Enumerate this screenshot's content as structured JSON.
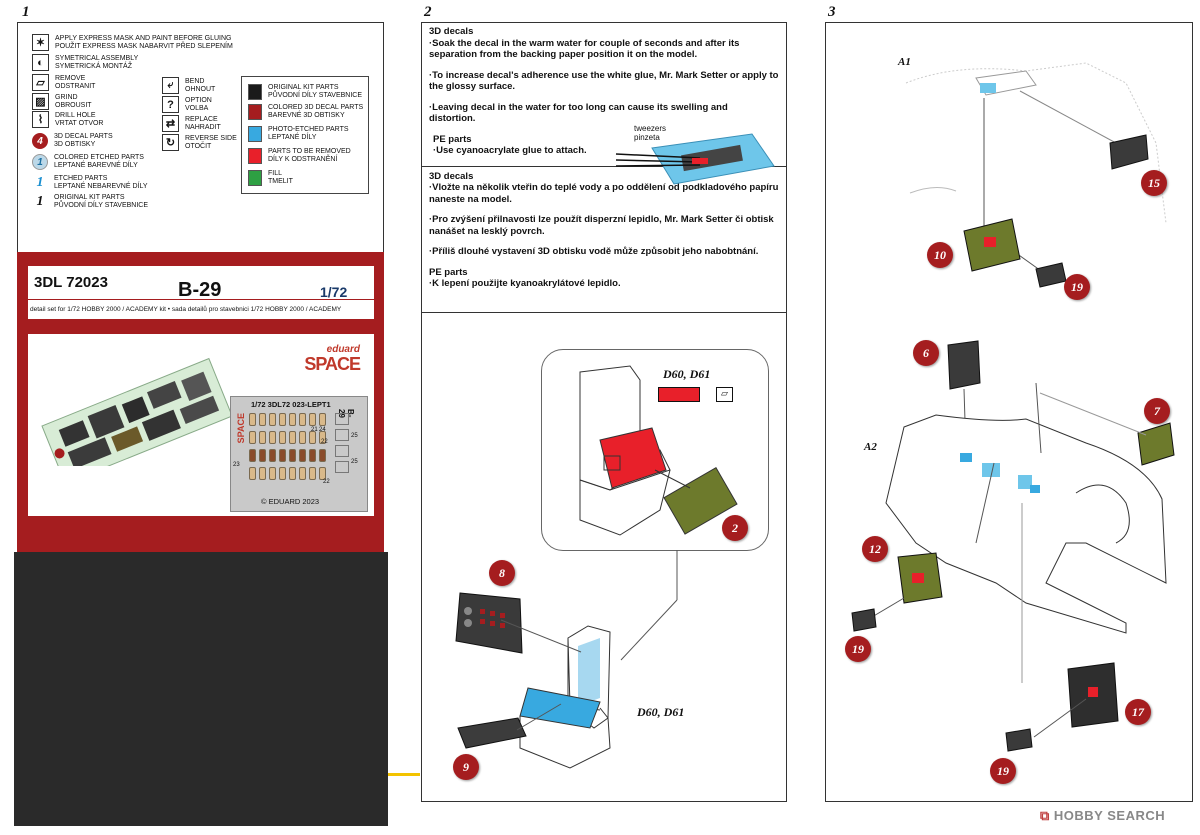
{
  "steps": {
    "s1": "1",
    "s2": "2",
    "s3": "3"
  },
  "legend_left": [
    {
      "icon": "star-icon",
      "glyph": "✶",
      "label1": "APPLY EXPRESS MASK AND PAINT BEFORE GLUING",
      "label2": "POUŽIT EXPRESS MASK NABARVIT PŘED SLEPENÍM"
    },
    {
      "icon": "symmetry-icon",
      "glyph": "◐",
      "label1": "SYMETRICAL ASSEMBLY",
      "label2": "SYMETRICKÁ MONTÁŽ"
    },
    {
      "icon": "remove-icon",
      "glyph": "▱",
      "label1": "REMOVE",
      "label2": "ODSTRANIT"
    },
    {
      "icon": "grind-icon",
      "glyph": "▨",
      "label1": "GRIND",
      "label2": "OBROUSIT"
    },
    {
      "icon": "drill-icon",
      "glyph": "⌇",
      "label1": "DRILL HOLE",
      "label2": "VRTAT OTVOR"
    },
    {
      "icon": "decal-3d-icon",
      "glyph": "4",
      "label1": "3D DECAL PARTS",
      "label2": "3D OBTISKY"
    },
    {
      "icon": "colored-etched-icon",
      "glyph": "1",
      "label1": "COLORED ETCHED PARTS",
      "label2": "LEPTANÉ BAREVNÉ DÍLY"
    },
    {
      "icon": "etched-icon",
      "glyph": "1",
      "label1": "ETCHED PARTS",
      "label2": "LEPTANÉ NEBAREVNÉ DÍLY"
    },
    {
      "icon": "kit-part-icon",
      "glyph": "1",
      "label1": "ORIGINAL KIT PARTS",
      "label2": "PŮVODNÍ DÍLY STAVEBNICE"
    }
  ],
  "legend_mid": [
    {
      "icon": "bend-icon",
      "glyph": "⤶",
      "label1": "BEND",
      "label2": "OHNOUT"
    },
    {
      "icon": "option-icon",
      "glyph": "?",
      "label1": "OPTION",
      "label2": "VOLBA"
    },
    {
      "icon": "replace-icon",
      "glyph": "⇄",
      "label1": "REPLACE",
      "label2": "NAHRADIT"
    },
    {
      "icon": "reverse-side-icon",
      "glyph": "↻",
      "label1": "REVERSE SIDE",
      "label2": "OTOČIT"
    }
  ],
  "legend_colors": [
    {
      "color": "#1a1a1a",
      "label1": "ORIGINAL KIT PARTS",
      "label2": "PŮVODNÍ DÍLY STAVEBNICE"
    },
    {
      "color": "#a51d1f",
      "label1": "COLORED 3D DECAL PARTS",
      "label2": "BAREVNÉ 3D OBTISKY"
    },
    {
      "color": "#38a9e0",
      "label1": "PHOTO-ETCHED PARTS",
      "label2": "LEPTANÉ DÍLY"
    },
    {
      "color": "#e8202a",
      "label1": "PARTS TO BE REMOVED",
      "label2": "DÍLY K ODSTRANĚNÍ"
    },
    {
      "color": "#2ea043",
      "label1": "FILL",
      "label2": "TMELIT"
    }
  ],
  "product": {
    "code": "3DL 72023",
    "name": "B-29",
    "scale": "1/72",
    "subtitle": "detail set for 1/72 HOBBY 2000 / ACADEMY   kit • sada detailů pro stavebnici 1/72 HOBBY 2000 / ACADEMY",
    "brand_top": "eduard",
    "brand_bottom": "SPACE",
    "fret_code": "1/72    3DL72 023-LEPT1",
    "fret_name": "B-29",
    "fret_copyright": "© EDUARD 2023",
    "fret_numbers": [
      "21",
      "24",
      "25",
      "22",
      "23",
      "25",
      "22"
    ]
  },
  "instructions": {
    "en_title": "3D decals",
    "en_p1": "·Soak the decal in the warm water for couple of seconds and after its separation from the backing paper position it on the model.",
    "en_p2": "·To increase decal's adherence use the white glue, Mr. Mark Setter or apply to the glossy surface.",
    "en_p3": "·Leaving decal in the water for too long can cause its swelling and distortion.",
    "pe_title": "PE parts",
    "pe_p1": "·Use cyanoacrylate glue to attach.",
    "tweezers1": "tweezers",
    "tweezers2": "pinzeta",
    "cz_title": "3D decals",
    "cz_p1": "·Vložte na několik vteřin do teplé vody a po oddělení od podkladového papíru naneste na model.",
    "cz_p2": "·Pro zvýšení přilnavosti lze použít disperzní lepidlo, Mr. Mark Setter či obtisk nanášet na lesklý povrch.",
    "cz_p3": "·Příliš dlouhé vystavení 3D obtisku vodě může způsobit jeho nabobtnání.",
    "cz_pe_title": "PE parts",
    "cz_pe_p1": "·K lepení použijte kyanoakrylátové lepidlo."
  },
  "step2": {
    "label_top": "D60, D61",
    "label_bottom": "D60, D61",
    "parts": [
      "2",
      "8",
      "9"
    ]
  },
  "step3": {
    "label_a1": "A1",
    "label_a2": "A2",
    "parts": [
      "15",
      "10",
      "19",
      "6",
      "7",
      "12",
      "19",
      "17",
      "19"
    ]
  },
  "watermark": "HOBBY SEARCH"
}
